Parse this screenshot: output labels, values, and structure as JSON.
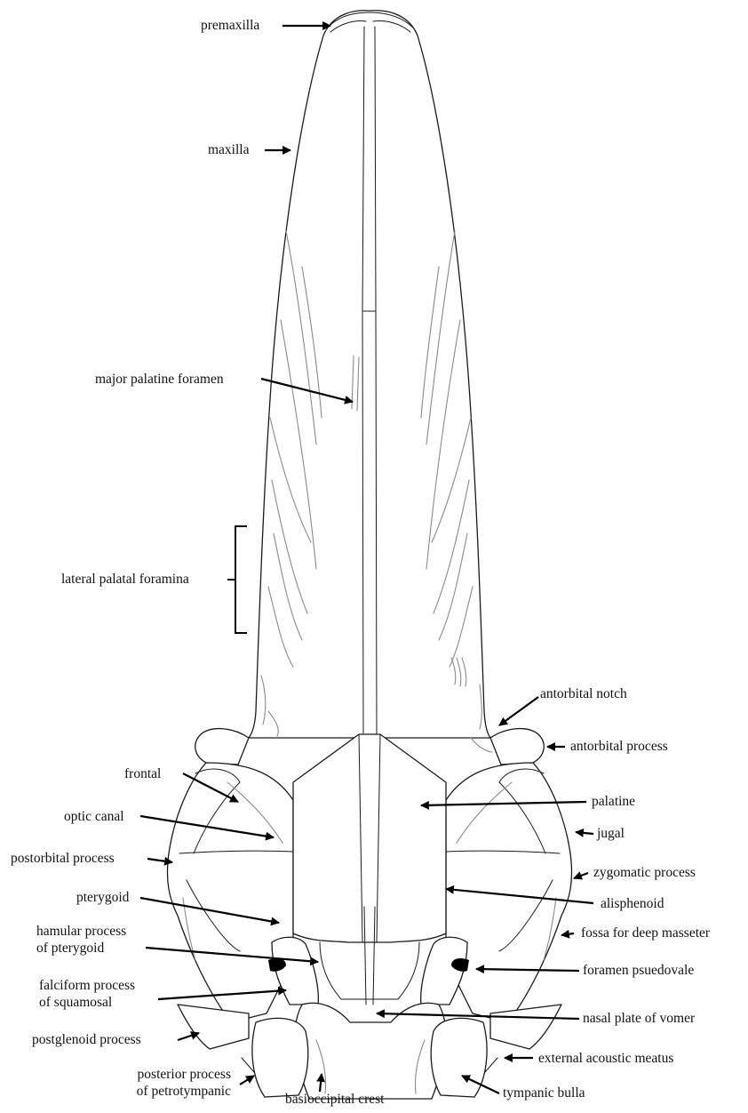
{
  "labels": {
    "premaxilla": "premaxilla",
    "maxilla": "maxilla",
    "major_palatine_foramen": "major palatine foramen",
    "lateral_palatal_foramina": "lateral palatal foramina",
    "antorbital_notch": "antorbital notch",
    "antorbital_process": "antorbital process",
    "frontal": "frontal",
    "palatine": "palatine",
    "optic_canal": "optic canal",
    "jugal": "jugal",
    "postorbital_process": "postorbital process",
    "zygomatic_process": "zygomatic process",
    "pterygoid": "pterygoid",
    "alisphenoid": "alisphenoid",
    "hamular_process_1": "hamular process",
    "hamular_process_2": "of pterygoid",
    "fossa_for_deep_masseter": "fossa for deep masseter",
    "falciform_process_1": "falciform process",
    "falciform_process_2": "of squamosal",
    "foramen_psuedovale": "foramen psuedovale",
    "nasal_plate_of_vomer": "nasal plate of vomer",
    "postglenoid_process": "postglenoid process",
    "external_acoustic_meatus": "external acoustic meatus",
    "posterior_process_1": "posterior process",
    "posterior_process_2": "of petrotympanic",
    "basioccipital_crest": "basioccipital crest",
    "tympanic_bulla": "tympanic bulla"
  }
}
